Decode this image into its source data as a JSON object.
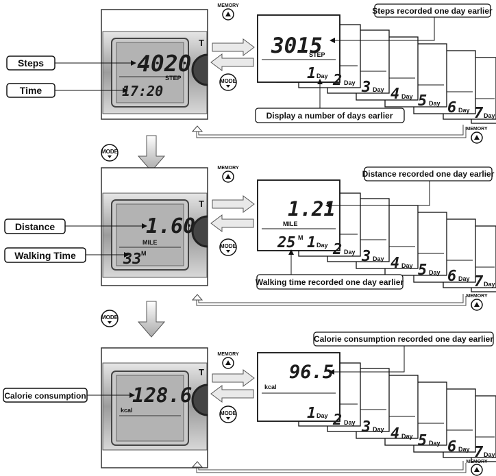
{
  "labels": {
    "steps": "Steps",
    "time": "Time",
    "distance": "Distance",
    "walking_time": "Walking Time",
    "calorie": "Calorie consumption"
  },
  "callouts": {
    "steps_earlier": "Steps recorded one day earlier",
    "days_earlier": "Display a number of days earlier",
    "distance_earlier": "Distance recorded one day earlier",
    "walking_earlier": "Walking time recorded one day earlier",
    "calorie_earlier": "Calorie consumption recorded one day earlier"
  },
  "buttons": {
    "memory": "MEMORY",
    "mode": "MODE"
  },
  "device": {
    "steps_value": "4020",
    "step_unit": "STEP",
    "time_value": "17:20",
    "distance_value": "1.60",
    "mile_unit": "MILE",
    "walking_value": "33",
    "minute_unit": "M",
    "calorie_value": "128.6",
    "kcal_unit": "kcal",
    "logo_partial": "T"
  },
  "memory_screens": {
    "steps_value": "3015",
    "distance_value": "1.21",
    "walking_value": "25",
    "calorie_value": "96.5",
    "day_label": "Day",
    "days": [
      "1",
      "2",
      "3",
      "4",
      "5",
      "6",
      "7"
    ]
  }
}
